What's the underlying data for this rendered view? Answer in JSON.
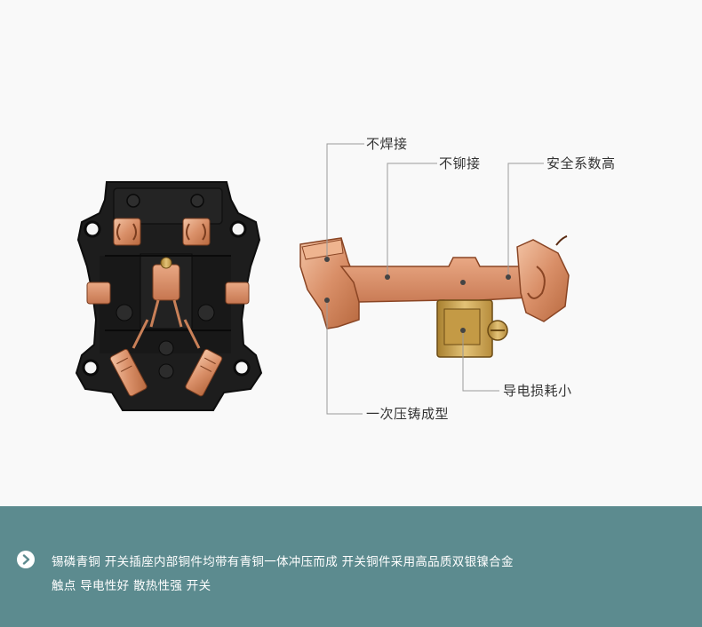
{
  "callouts": {
    "no_welding": "不焊接",
    "no_riveting": "不铆接",
    "high_safety": "安全系数高",
    "low_loss": "导电损耗小",
    "one_piece_cast": "一次压铸成型"
  },
  "banner": {
    "icon": "play-arrow-icon",
    "line1": "锡磷青铜 开关插座内部铜件均带有青铜一体冲压而成 开关铜件采用高品质双银镍合金",
    "line2": "触点 导电性好 散热性强  开关"
  },
  "colors": {
    "banner_bg": "#5c8b8f",
    "copper": "#d9926a",
    "brass": "#c9a24e",
    "socket_body": "#1c1c1c",
    "callout_line": "#999999"
  }
}
